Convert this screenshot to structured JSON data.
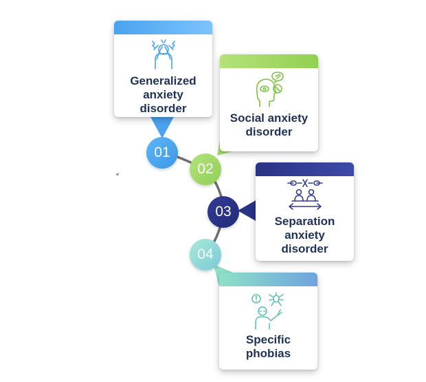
{
  "steps": [
    {
      "number": "01",
      "label": "Generalized\nanxiety\ndisorder",
      "icon": "stressed-person-icon",
      "color": "#4aa3f0"
    },
    {
      "number": "02",
      "label": "Social anxiety\ndisorder",
      "icon": "head-speech-bubbles-icon",
      "color": "#92d050"
    },
    {
      "number": "03",
      "label": "Separation\nanxiety\ndisorder",
      "icon": "people-apart-icon",
      "color": "#2a3384"
    },
    {
      "number": "04",
      "label": "Specific\nphobias",
      "icon": "frightened-person-spider-icon",
      "color": "#7fd9c9"
    }
  ]
}
